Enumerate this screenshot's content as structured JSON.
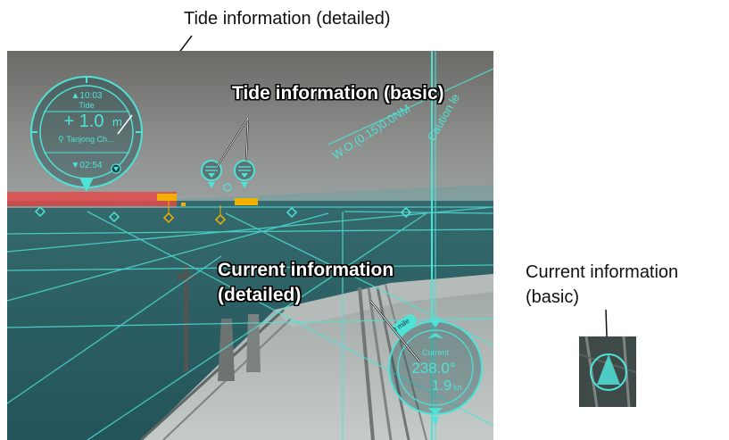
{
  "labels": {
    "tide_detailed": "Tide information (detailed)",
    "tide_basic": "Tide information (basic)",
    "current_detailed_line1": "Current information",
    "current_detailed_line2": "(detailed)",
    "current_basic_line1": "Current information",
    "current_basic_line2": "(basic)"
  },
  "tide_widget": {
    "high_time": "▲10:03",
    "title": "Tide",
    "height": "+ 1.0",
    "unit": "m",
    "station": "Tanjong Ch...",
    "low_time": "▼02:54"
  },
  "current_widget": {
    "distance": "0 mile",
    "title": "Current",
    "direction": "238.0°",
    "speed": "1.9",
    "speed_unit": "kn"
  },
  "overlay_text": {
    "wo_label": "W.O.(0.15)0.0NM",
    "caution_label": "Caution le"
  },
  "colors": {
    "ar_cyan": "#4fe3d8",
    "target_orange": "#f2b000",
    "danger_red": "#e24a4a"
  }
}
